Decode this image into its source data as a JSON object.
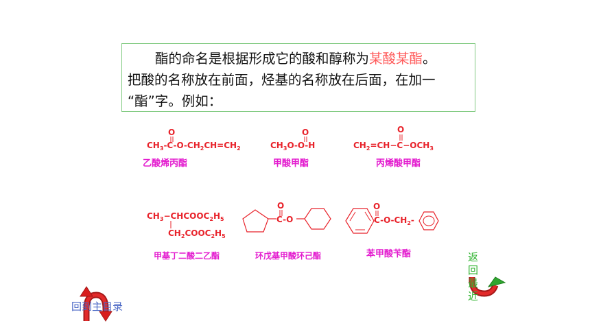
{
  "intro": {
    "line1_pre": "酯的命名是根据形成它的酸和醇称为",
    "line1_highlight": "某酸某酯",
    "line1_post": "。",
    "line2": "把酸的名称放在前面，烃基的名称放在后面，在加一",
    "line3": "“酯”字。例如："
  },
  "examples": [
    {
      "name": "乙酸烯丙酯",
      "formula_main": "CH3-C-O-CH2CH=CH2",
      "top_atom": "O"
    },
    {
      "name": "甲酸甲酯",
      "formula_main": "CH3O-O-H",
      "top_atom": "O"
    },
    {
      "name": "丙烯酸甲酯",
      "formula_main": "CH2=CH-C-OCH3",
      "top_atom": "O"
    },
    {
      "name": "甲基丁二酸二乙酯",
      "formula_line1": "CH3-CHCOOC2H5",
      "formula_line2": "CH2COOC2H5"
    },
    {
      "name": "环戊基甲酸环己酯",
      "formula_main": "C-O",
      "top_atom": "O"
    },
    {
      "name": "苯甲酸苄酯",
      "formula_main": "C-O-CH2-",
      "top_atom": "O"
    }
  ],
  "nav": {
    "home_label": "回到主目录",
    "back_label": [
      "返",
      "回",
      "最",
      "近"
    ]
  },
  "colors": {
    "formula": "#e8222a",
    "name": "#e31ccf",
    "highlight": "#ff5b5b",
    "box_border": "#7fc97f",
    "home_link": "#4a67c5",
    "back_link": "#2fb32f"
  }
}
